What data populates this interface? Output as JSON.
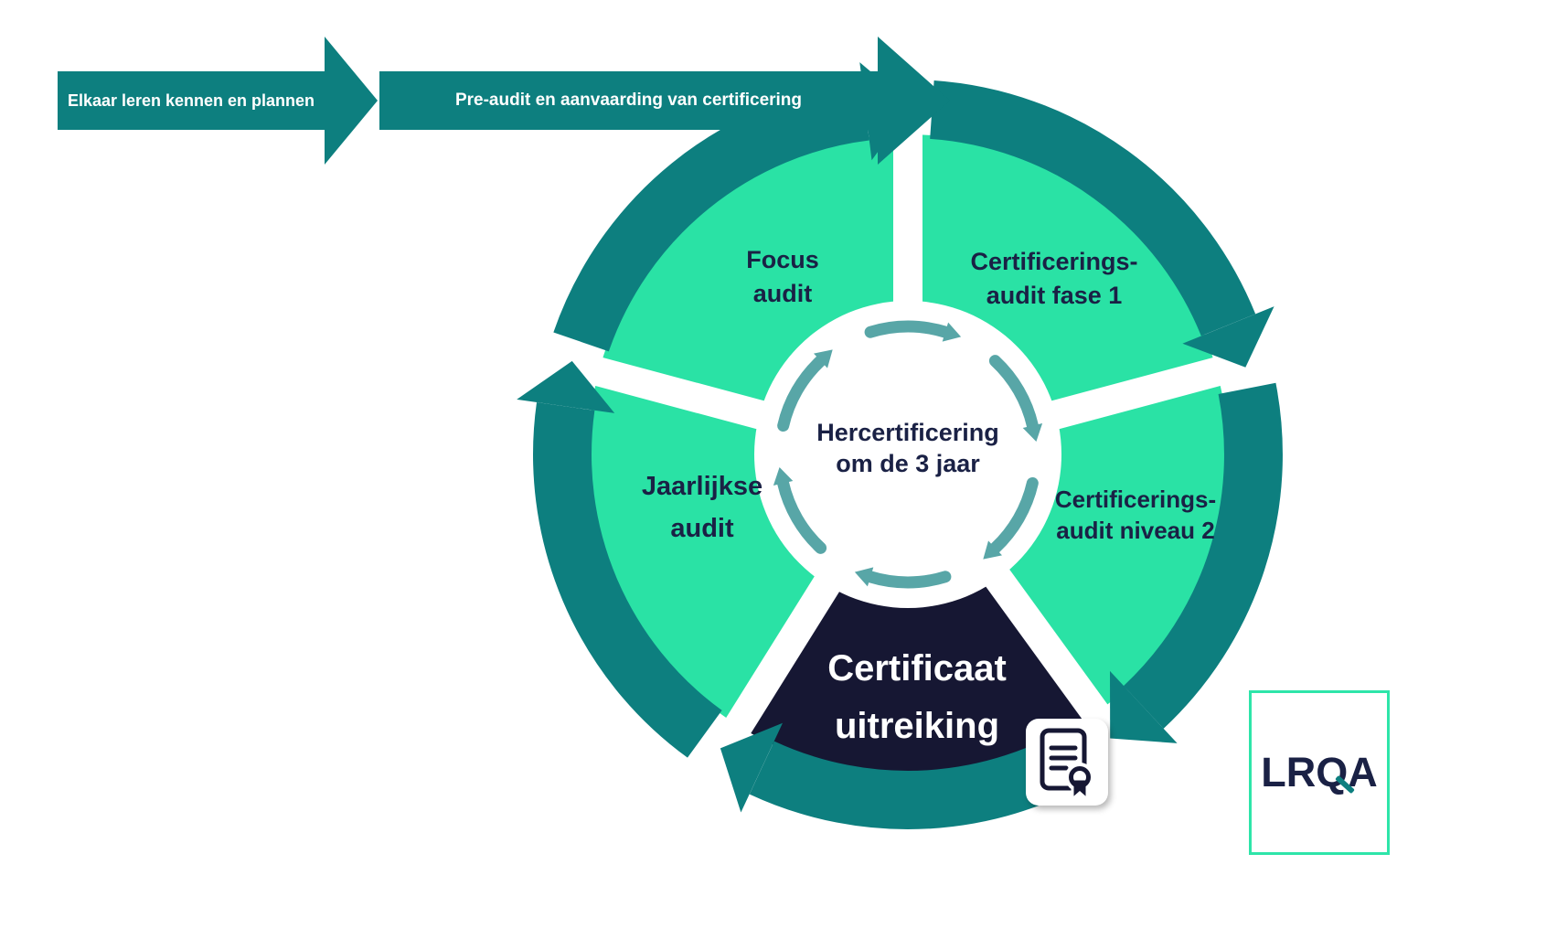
{
  "colors": {
    "teal": "#0d7f7f",
    "mint": "#2ae2a5",
    "navy": "#161733",
    "label_navy": "#1a2145",
    "muted_teal": "#58a6a7",
    "logo_border": "#2ee5a9"
  },
  "process_arrows": [
    {
      "label": "Elkaar leren kennen en plannen"
    },
    {
      "label": "Pre-audit en aanvaarding van certificering"
    }
  ],
  "cycle": {
    "center": {
      "line1": "Hercertificering",
      "line2": "om de 3 jaar"
    },
    "segments": [
      {
        "id": "focus-audit",
        "line1": "Focus",
        "line2": "audit"
      },
      {
        "id": "certificerings-fase-1",
        "line1": "Certificerings-",
        "line2": "audit fase 1"
      },
      {
        "id": "certificerings-niveau-2",
        "line1": "Certificerings-",
        "line2": "audit niveau 2"
      },
      {
        "id": "certificaat-uitreiking",
        "line1": "Certificaat",
        "line2": "uitreiking"
      },
      {
        "id": "jaarlijkse-audit",
        "line1": "Jaarlijkse",
        "line2": "audit"
      }
    ]
  },
  "logo": {
    "text": "LRQA"
  }
}
